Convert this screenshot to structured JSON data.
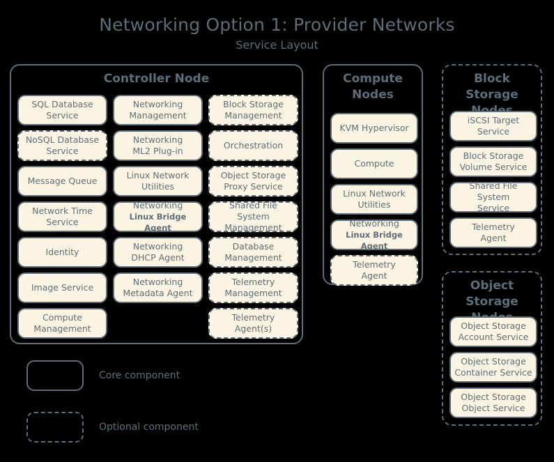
{
  "header": {
    "title": "Networking Option 1: Provider Networks",
    "subtitle": "Service Layout"
  },
  "colors": {
    "background": "#000000",
    "outline": "#5d6e78",
    "box_fill": "#fcf4e2",
    "text": "#5d6e78"
  },
  "groups": {
    "controller": {
      "title": "Controller Node",
      "border": "solid",
      "services": [
        {
          "line1": "SQL Database",
          "line2": "Service",
          "border": "solid"
        },
        {
          "line1": "Networking",
          "line2": "Management",
          "border": "solid"
        },
        {
          "line1": "Block Storage",
          "line2": "Management",
          "border": "dashed"
        },
        {
          "line1": "NoSQL Database",
          "line2": "Service",
          "border": "dashed"
        },
        {
          "line1": "Networking",
          "line2": "ML2 Plug-in",
          "border": "solid"
        },
        {
          "line1": "Orchestration",
          "line2": "",
          "border": "dashed"
        },
        {
          "line1": "Message Queue",
          "line2": "",
          "border": "solid"
        },
        {
          "line1": "Linux Network",
          "line2": "Utilities",
          "border": "solid"
        },
        {
          "line1": "Object Storage",
          "line2": "Proxy Service",
          "border": "dashed"
        },
        {
          "line1": "Network Time",
          "line2": "Service",
          "border": "solid"
        },
        {
          "line1": "Networking",
          "line2": "Linux Bridge Agent",
          "border": "solid",
          "emphasis2": true
        },
        {
          "line1": "Shared File System",
          "line2": "Management",
          "border": "dashed"
        },
        {
          "line1": "Identity",
          "line2": "",
          "border": "solid"
        },
        {
          "line1": "Networking",
          "line2": "DHCP Agent",
          "border": "solid"
        },
        {
          "line1": "Database",
          "line2": "Management",
          "border": "dashed"
        },
        {
          "line1": "Image Service",
          "line2": "",
          "border": "solid"
        },
        {
          "line1": "Networking",
          "line2": "Metadata Agent",
          "border": "solid"
        },
        {
          "line1": "Telemetry",
          "line2": "Management",
          "border": "dashed"
        },
        {
          "line1": "Compute",
          "line2": "Management",
          "border": "solid"
        },
        {
          "line1": "",
          "line2": "",
          "border": "none",
          "empty": true
        },
        {
          "line1": "Telemetry",
          "line2": "Agent(s)",
          "border": "dashed"
        }
      ]
    },
    "compute": {
      "title": "Compute Nodes",
      "border": "solid",
      "services": [
        {
          "line1": "KVM Hypervisor",
          "line2": "",
          "border": "solid"
        },
        {
          "line1": "Compute",
          "line2": "",
          "border": "solid"
        },
        {
          "line1": "Linux Network",
          "line2": "Utilities",
          "border": "solid"
        },
        {
          "line1": "Networking",
          "line2": "Linux Bridge Agent",
          "border": "solid",
          "emphasis2": true
        },
        {
          "line1": "Telemetry",
          "line2": "Agent",
          "border": "dashed"
        }
      ]
    },
    "block_storage": {
      "title": "Block Storage Nodes",
      "border": "dashed",
      "services": [
        {
          "line1": "iSCSI Target",
          "line2": "Service",
          "border": "solid"
        },
        {
          "line1": "Block Storage",
          "line2": "Volume Service",
          "border": "solid"
        },
        {
          "line1": "Shared File System",
          "line2": "Service",
          "border": "solid"
        },
        {
          "line1": "Telemetry",
          "line2": "Agent",
          "border": "solid"
        }
      ]
    },
    "object_storage": {
      "title": "Object Storage Nodes",
      "border": "dashed",
      "services": [
        {
          "line1": "Object Storage",
          "line2": "Account Service",
          "border": "solid"
        },
        {
          "line1": "Object Storage",
          "line2": "Container Service",
          "border": "solid"
        },
        {
          "line1": "Object Storage",
          "line2": "Object Service",
          "border": "solid"
        }
      ]
    }
  },
  "legend": [
    {
      "label": "Core component",
      "border": "solid"
    },
    {
      "label": "Optional component",
      "border": "dashed"
    }
  ]
}
